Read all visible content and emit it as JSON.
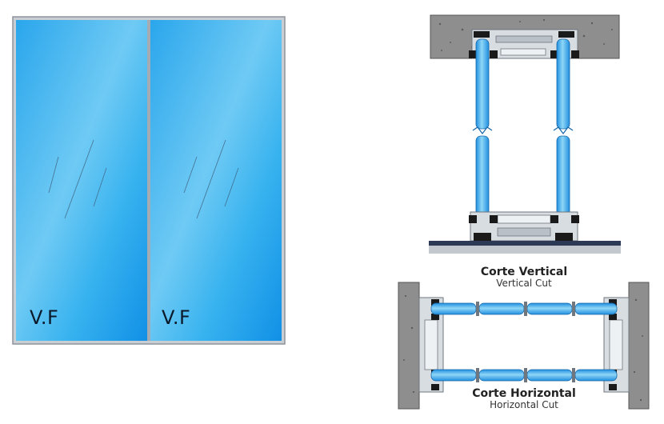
{
  "elevation": {
    "panels": [
      {
        "label": "V.F"
      },
      {
        "label": "V.F"
      }
    ]
  },
  "sections": {
    "vertical": {
      "title": "Corte Vertical",
      "subtitle": "Vertical Cut"
    },
    "horizontal": {
      "title": "Corte Horizontal",
      "subtitle": "Horizontal Cut"
    }
  },
  "colors": {
    "glass_light": "#8fd6f6",
    "glass_mid": "#34b0ee",
    "glass_deep": "#0f86e3",
    "frame": "#9ea4ab",
    "concrete": "#8e8e8e",
    "floor": "#2c3a55",
    "seal": "#1a1a1a"
  }
}
